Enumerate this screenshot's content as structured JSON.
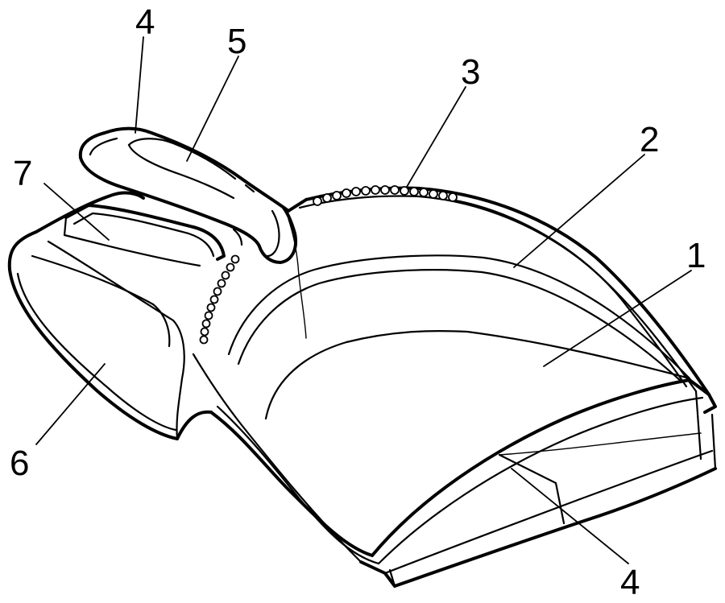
{
  "callouts": [
    {
      "id": "label-4-top",
      "text": "4"
    },
    {
      "id": "label-5",
      "text": "5"
    },
    {
      "id": "label-3",
      "text": "3"
    },
    {
      "id": "label-2",
      "text": "2"
    },
    {
      "id": "label-7",
      "text": "7"
    },
    {
      "id": "label-1",
      "text": "1"
    },
    {
      "id": "label-6",
      "text": "6"
    },
    {
      "id": "label-4-bottom",
      "text": "4"
    }
  ]
}
